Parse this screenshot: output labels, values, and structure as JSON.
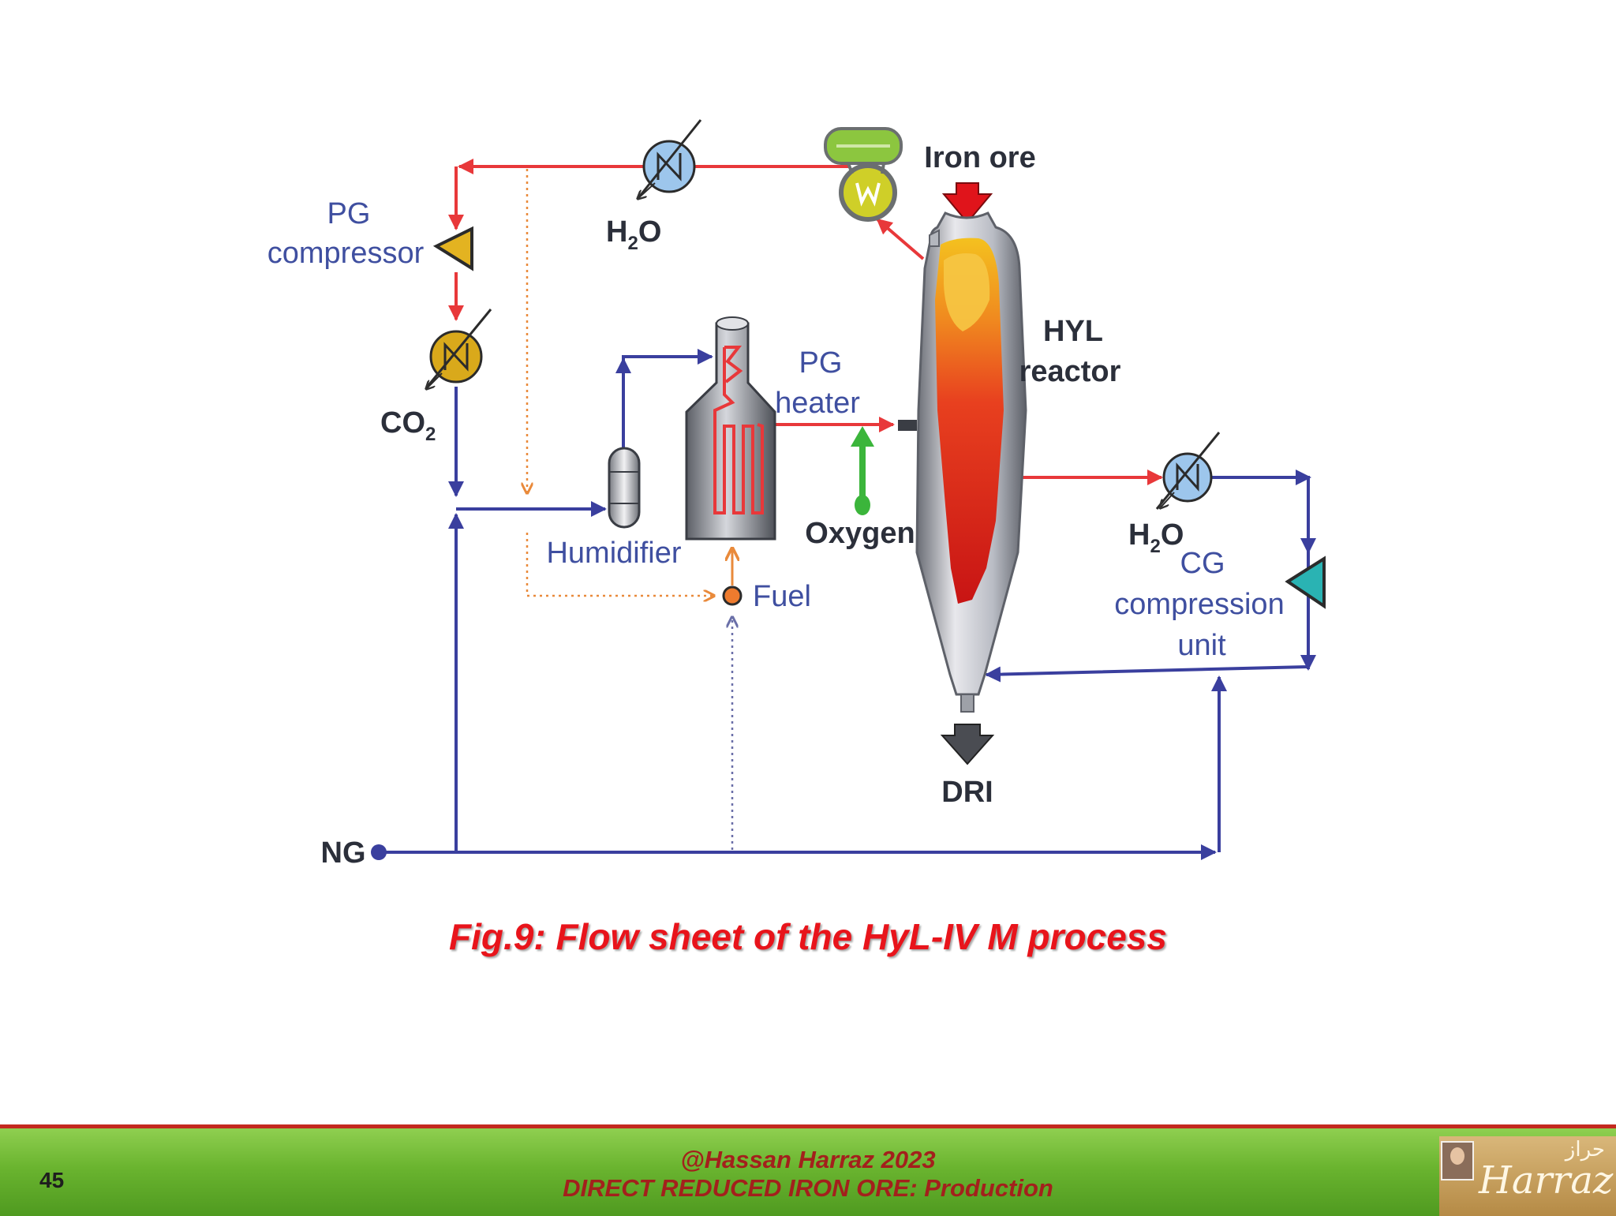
{
  "diagram": {
    "labels": {
      "pg_compressor_1": "PG",
      "pg_compressor_2": "compressor",
      "h2o_top": "H",
      "h2o_sub": "2",
      "h2o_o": "O",
      "co2": "CO",
      "co2_sub": "2",
      "iron_ore": "Iron ore",
      "hyl_1": "HYL",
      "hyl_2": "reactor",
      "pg_heater_1": "PG",
      "pg_heater_2": "heater",
      "humidifier": "Humidifier",
      "oxygen": "Oxygen",
      "fuel": "Fuel",
      "h2o_right": "H",
      "h2o_right_sub": "2",
      "h2o_right_o": "O",
      "cg_1": "CG",
      "cg_2": "compression",
      "cg_3": "unit",
      "dri": "DRI",
      "ng": "NG"
    },
    "colors": {
      "process_gas": "#e8383a",
      "natural_gas": "#3a3f9e",
      "fuel_line": "#e98a3b",
      "oxygen": "#3bb53b",
      "cooler_blue": "#9dc6ec",
      "cooler_gold": "#d9a91b",
      "compressor_gold": "#e3b321",
      "compressor_teal": "#2ab3b3"
    }
  },
  "caption": "Fig.9: Flow sheet of the HyL-IV M process",
  "footer": {
    "page_number": "45",
    "author": "@Hassan Harraz 2023",
    "title": "DIRECT REDUCED IRON ORE: Production",
    "logo_text": "Harraz",
    "logo_arabic": "حراز"
  }
}
